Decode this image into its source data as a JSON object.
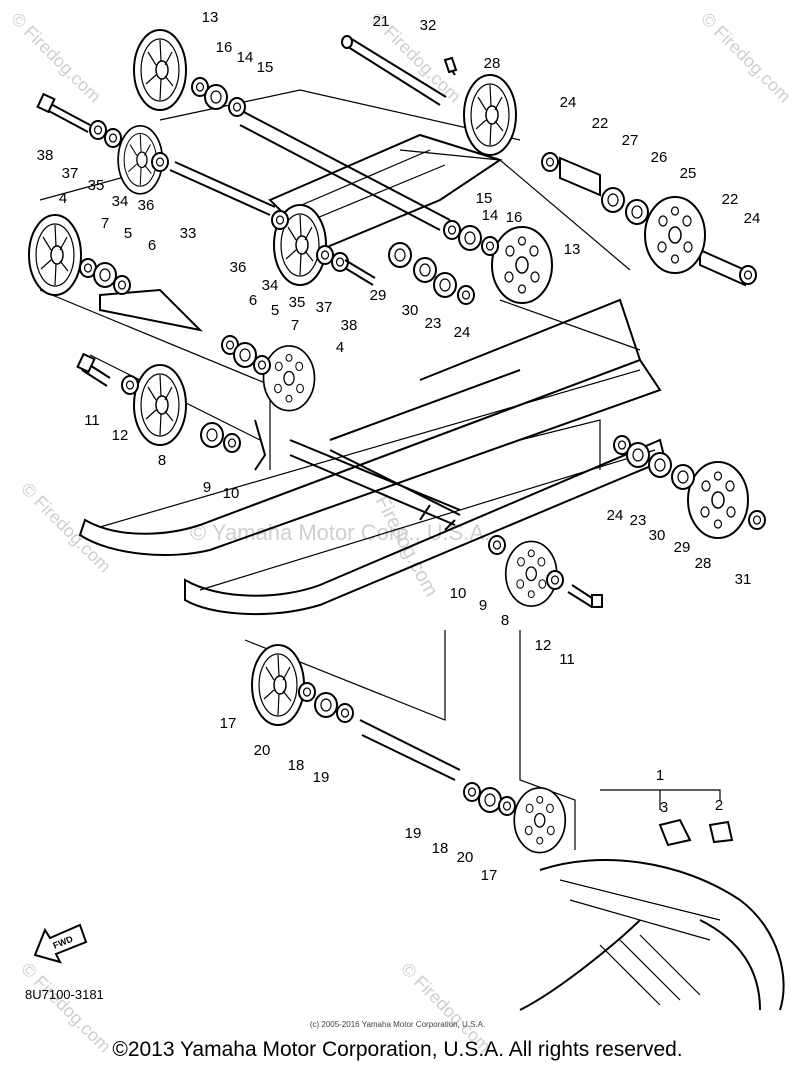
{
  "diagram": {
    "part_labels": [
      "1",
      "2",
      "3",
      "4",
      "5",
      "6",
      "7",
      "8",
      "9",
      "10",
      "11",
      "12",
      "13",
      "14",
      "15",
      "16",
      "17",
      "18",
      "19",
      "20",
      "21",
      "22",
      "23",
      "24",
      "25",
      "26",
      "27",
      "28",
      "29",
      "30",
      "31",
      "32",
      "33",
      "34",
      "35",
      "36",
      "37",
      "38"
    ],
    "watermark": "© Yamaha Motor Corp., U.S.A.",
    "site_watermark": "© Firedog.com",
    "site_brand": "Firedog.com",
    "front_arrow_label": "FWD",
    "reference_code": "8U7100-3181",
    "small_copyright": "(c) 2005-2016 Yamaha Motor Corporation, U.S.A.",
    "caption": "©2013 Yamaha Motor Corporation, U.S.A. All rights reserved."
  }
}
